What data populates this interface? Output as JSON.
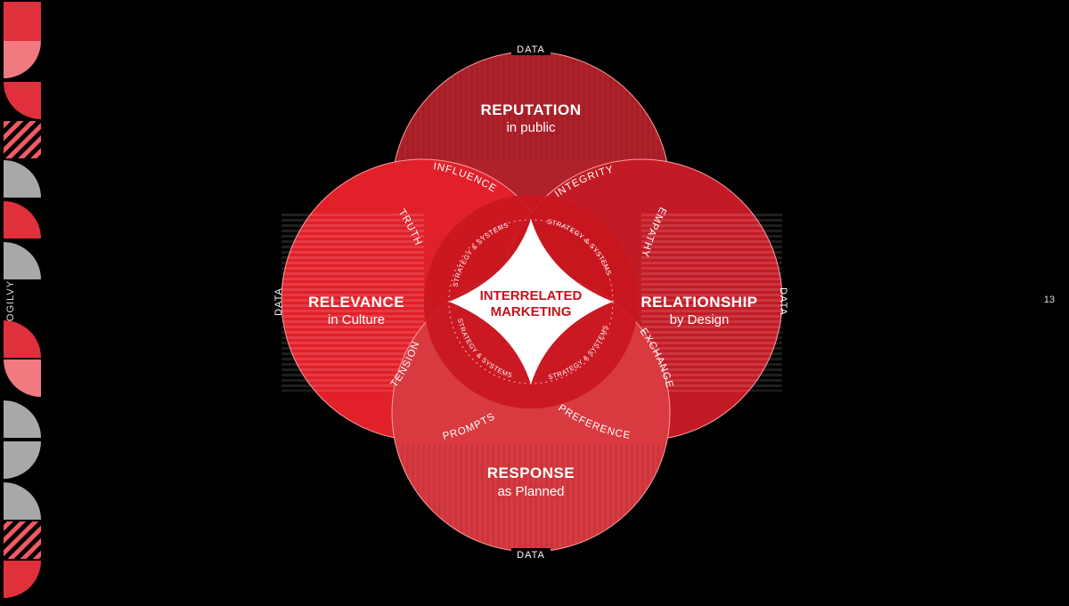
{
  "brand": "OGILVY",
  "page_number": "13",
  "center": {
    "line1": "INTERRELATED",
    "line2": "MARKETING"
  },
  "circles": {
    "top": {
      "title": "REPUTATION",
      "subtitle": "in public"
    },
    "left": {
      "title": "RELEVANCE",
      "subtitle": "in Culture"
    },
    "right": {
      "title": "RELATIONSHIP",
      "subtitle": "by Design"
    },
    "bottom": {
      "title": "RESPONSE",
      "subtitle": "as Planned"
    }
  },
  "data_labels": {
    "top": "DATA",
    "left": "DATA",
    "right": "DATA",
    "bottom": "DATA"
  },
  "arc_labels": {
    "influence": "INFLUENCE",
    "integrity": "INTEGRITY",
    "truth": "TRUTH",
    "empathy": "EMPATHY",
    "tension": "TENSION",
    "exchange": "EXCHANGE",
    "prompts": "PROMPTS",
    "preference": "PREFERENCE"
  },
  "systems_label": "STRATEGY & SYSTEMS",
  "colors": {
    "background": "#000000",
    "accent": "#c8121c",
    "light": "#f0545c",
    "gray": "#a8a8a8"
  }
}
